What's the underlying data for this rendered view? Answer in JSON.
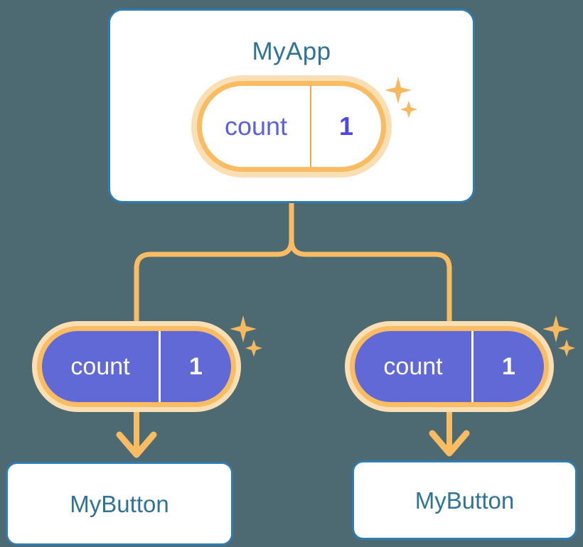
{
  "diagram": {
    "title_text": "MyApp",
    "type": "component-state-propagation-tree",
    "background_color": "#4d6a73",
    "colors": {
      "card_border": "#2f7cb0",
      "card_text": "#2f7496",
      "pill_ring": "#f9bc63",
      "pill_halo": "#fbdfb4",
      "pill_fill_purple": "#6069d6",
      "pill_text_purple": "#5b5fe0",
      "connector": "#f9bc63",
      "sparkle": "#f7b95f"
    }
  },
  "root_node": {
    "label": "MyApp",
    "state_pill": {
      "key": "count",
      "value": "1"
    }
  },
  "child_nodes": [
    {
      "state_pill": {
        "key": "count",
        "value": "1"
      },
      "leaf_label": "MyButton"
    },
    {
      "state_pill": {
        "key": "count",
        "value": "1"
      },
      "leaf_label": "MyButton"
    }
  ],
  "icons": {
    "sparkle_large": "sparkle-four-point-icon",
    "sparkle_small": "sparkle-four-point-small-icon",
    "arrow": "arrow-down-icon"
  }
}
